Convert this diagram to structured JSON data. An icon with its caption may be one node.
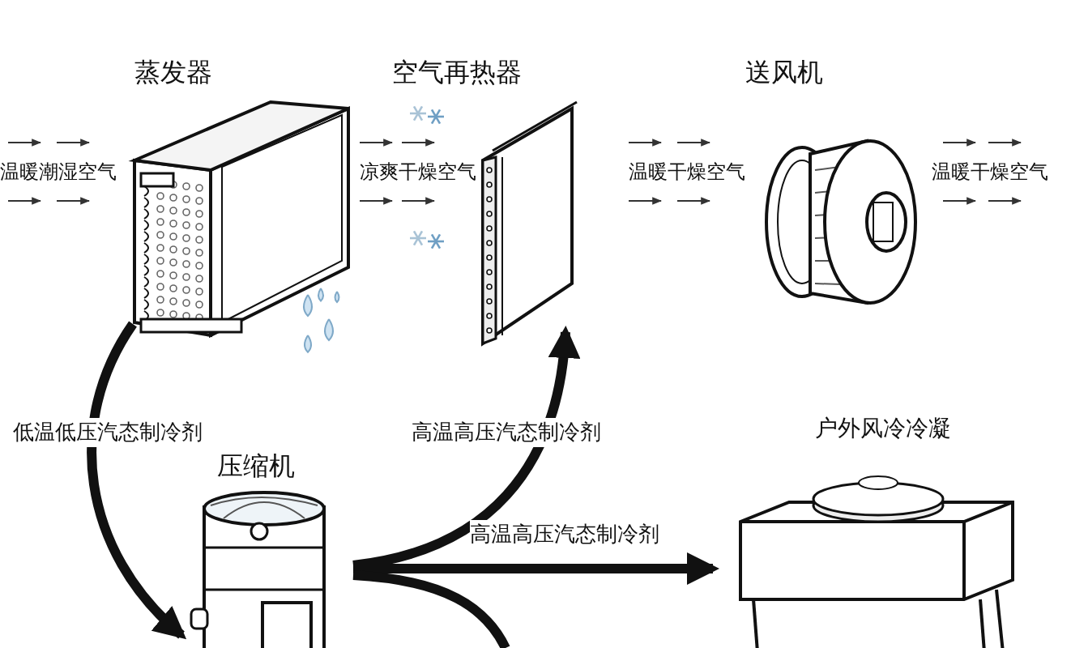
{
  "diagram": {
    "nodes": [
      {
        "text": [
          "蒸发器"
        ]
      },
      {
        "text": [
          "空气再热器"
        ]
      },
      {
        "text": [
          "送风机"
        ]
      },
      {
        "text": [
          "压缩机"
        ]
      },
      {
        "text": [
          "户外风冷冷凝"
        ]
      }
    ],
    "edges": [
      {
        "from": 0,
        "to": 3,
        "arrow": "to",
        "label": "低温低压汽态制冷剂"
      },
      {
        "from": 3,
        "to": 1,
        "arrow": "to",
        "label": "高温高压汽态制冷剂"
      },
      {
        "from": 3,
        "to": 4,
        "arrow": "to",
        "label": "高温高压汽态制冷剂"
      },
      {
        "from": 3,
        "to": null,
        "arrow": "none"
      }
    ],
    "labels": [
      "温暖潮湿空气",
      "凉爽干燥空气",
      "温暖干燥空气",
      "温暖干燥空气"
    ]
  }
}
